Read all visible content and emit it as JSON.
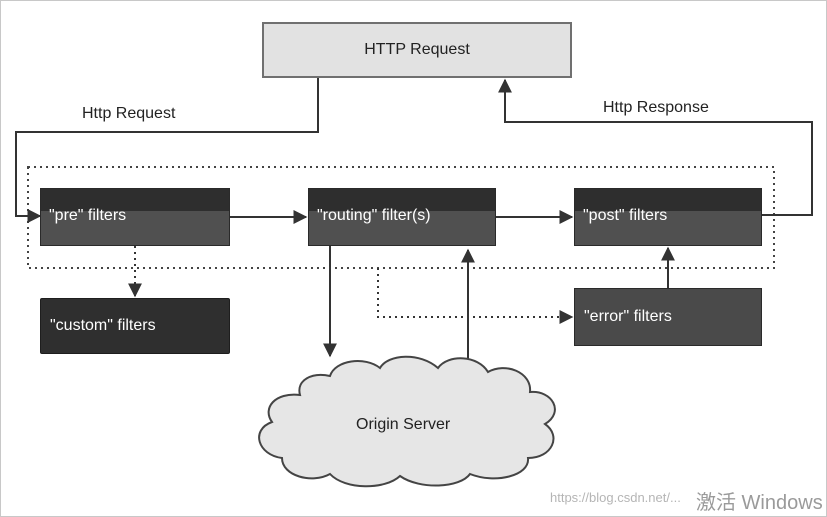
{
  "top_box": {
    "label": "HTTP Request"
  },
  "edge_labels": {
    "request": "Http Request",
    "response": "Http Response"
  },
  "filters": {
    "pre": "\"pre\" filters",
    "routing": "\"routing\" filter(s)",
    "post": "\"post\" filters",
    "custom": "\"custom\" filters",
    "error": "\"error\" filters"
  },
  "origin": {
    "label": "Origin Server"
  },
  "watermark": {
    "url": "https://blog.csdn.net/...",
    "overlay": "激活 Windows"
  },
  "colors": {
    "box_dark": "#505050",
    "box_band": "#2e2e2e",
    "line": "#333333",
    "top_box_fill": "#e2e2e2"
  }
}
